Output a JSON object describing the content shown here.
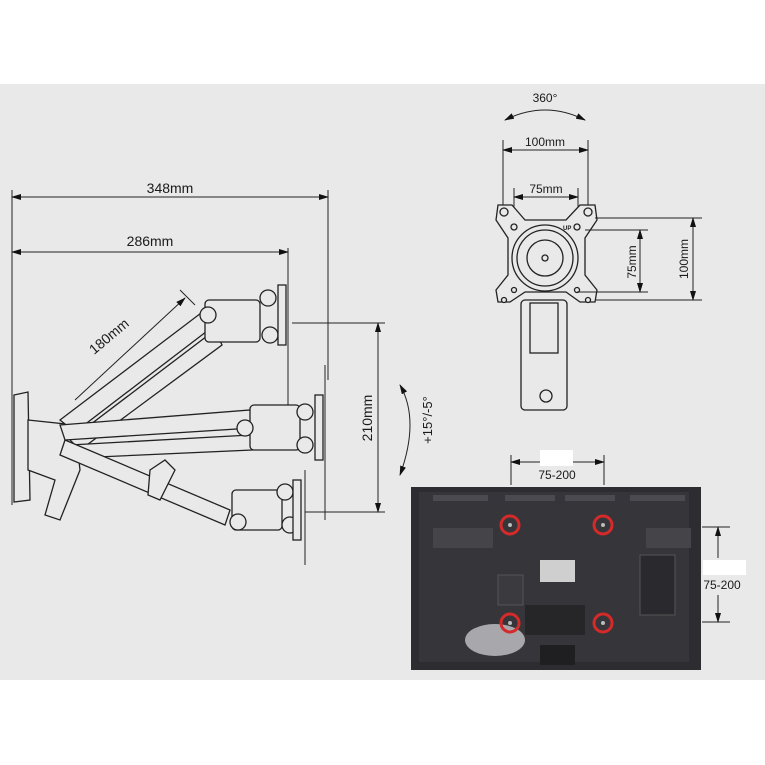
{
  "side_view": {
    "total_reach": "348mm",
    "plate_reach": "286mm",
    "arm_length": "180mm",
    "height_adjust": "210mm",
    "tilt": "+15°/-5°"
  },
  "vesa_plate": {
    "rotation": "360°",
    "outer_width": "100mm",
    "inner_width": "75mm",
    "up_label": "UP",
    "inner_height": "75mm",
    "outer_height": "100mm"
  },
  "tv_back": {
    "horizontal_range": "75-200",
    "vertical_range": "75-200",
    "highlight_color": "#d42a2a"
  }
}
